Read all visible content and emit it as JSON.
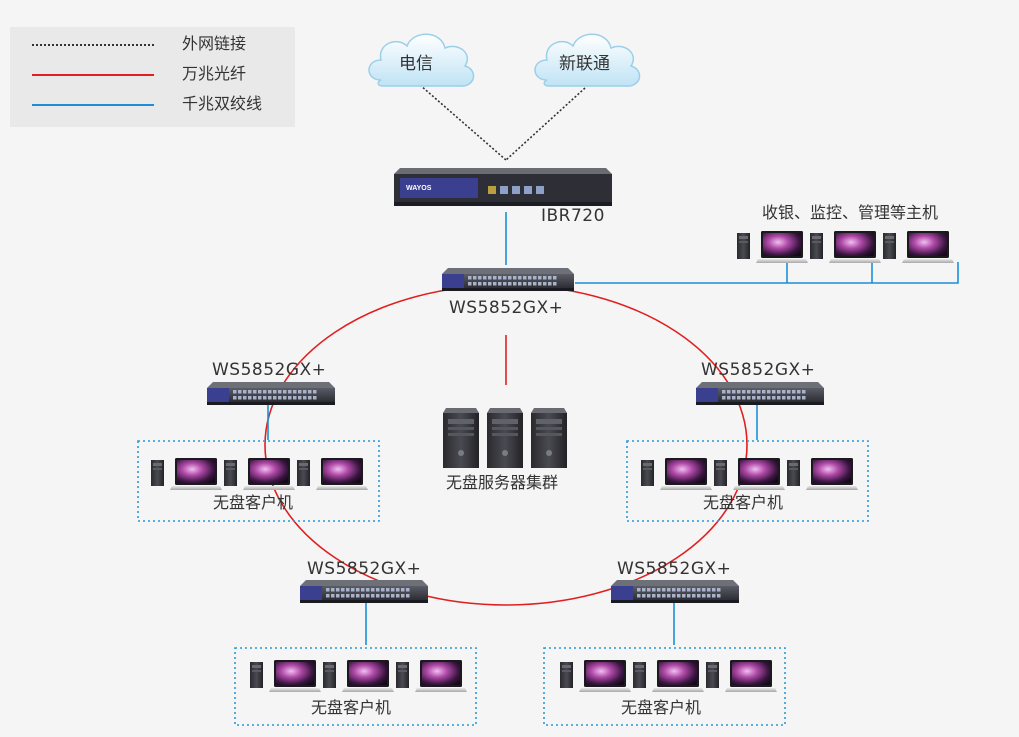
{
  "legend": {
    "items": [
      {
        "label": "外网链接",
        "style": "dotted",
        "color": "#333333"
      },
      {
        "label": "万兆光纤",
        "style": "solid",
        "color": "#e02020"
      },
      {
        "label": "千兆双绞线",
        "style": "solid",
        "color": "#1a8fd8"
      }
    ]
  },
  "clouds": {
    "left": "电信",
    "right": "新联通"
  },
  "router": {
    "label": "IBR720",
    "brand": "WAYOS"
  },
  "switches": {
    "core": "WS5852GX+",
    "left": "WS5852GX+",
    "right": "WS5852GX+",
    "bottom_left": "WS5852GX+",
    "bottom_right": "WS5852GX+"
  },
  "servers": {
    "label": "无盘服务器集群"
  },
  "hosts": {
    "label": "收银、监控、管理等主机"
  },
  "clients": {
    "left": "无盘客户机",
    "right": "无盘客户机",
    "bottom_left": "无盘客户机",
    "bottom_right": "无盘客户机"
  },
  "colors": {
    "fiber": "#e02020",
    "copper": "#1a8fd8",
    "internet": "#333333",
    "cluster_border": "#2a9ad8",
    "device_body": "#3d3f47",
    "device_accent": "#3a3f8f"
  }
}
